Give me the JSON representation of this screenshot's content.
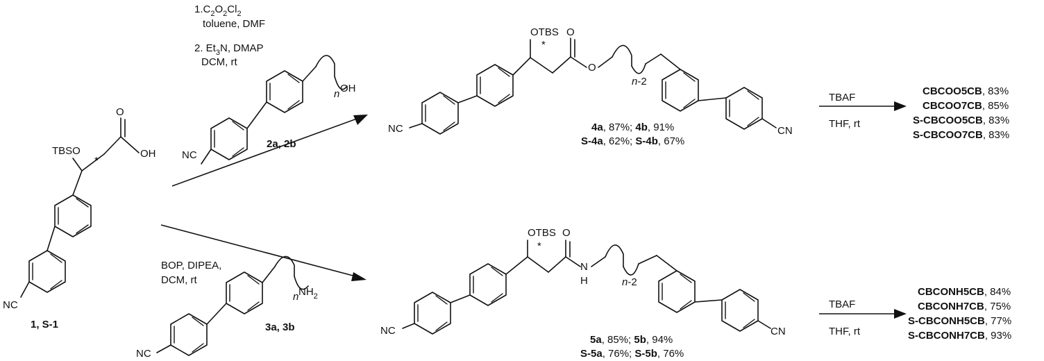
{
  "colors": {
    "ink": "#111111",
    "background": "#ffffff"
  },
  "sm": {
    "tbso": "TBSO",
    "star": "*",
    "o": "O",
    "oh": "OH",
    "nc": "NC",
    "label": "1, S-1"
  },
  "cond1": {
    "l1": "1.C",
    "l1_s1": "2",
    "l1_o": "O",
    "l1_s2": "2",
    "l1_cl": "Cl",
    "l1_s3": "2",
    "l2": "toluene, DMF",
    "l3": "2. Et",
    "l3_s": "3",
    "l3_b": "N, DMAP",
    "l4": "DCM, rt"
  },
  "reag2": {
    "n": "n",
    "oh": "OH",
    "nc": "NC",
    "label": "2a, 2b"
  },
  "cond2": {
    "l1": "BOP, DIPEA,",
    "l2": "DCM, rt"
  },
  "reag3": {
    "n": "n",
    "nh": "NH",
    "nh_s": "2",
    "nc": "NC",
    "label": "3a, 3b"
  },
  "p4": {
    "otbs": "OTBS",
    "star": "*",
    "o_carbonyl": "O",
    "o_ester": "O",
    "chain": "n-2",
    "chain_n": "n",
    "chain_rest": "-2",
    "nc": "NC",
    "cn": "CN",
    "y1a": "4a",
    "y1b": ", 87%; ",
    "y1c": "4b",
    "y1d": ", 91%",
    "y2a": "S-4a",
    "y2b": ", 62%; ",
    "y2c": "S-4b",
    "y2d": ", 67%"
  },
  "p5": {
    "otbs": "OTBS",
    "star": "*",
    "o_carbonyl": "O",
    "n": "N",
    "h": "H",
    "chain": "n-2",
    "chain_n": "n",
    "chain_rest": "-2",
    "nc": "NC",
    "cn": "CN",
    "y1a": "5a",
    "y1b": ", 85%; ",
    "y1c": "5b",
    "y1d": ", 94%",
    "y2a": "S-5a",
    "y2b": ", 76%; ",
    "y2c": "S-5b",
    "y2d": ", 76%"
  },
  "step_top": {
    "above": "TBAF",
    "below": "THF, rt"
  },
  "step_bot": {
    "above": "TBAF",
    "below": "THF, rt"
  },
  "products_top": [
    {
      "name": "CBCOO5CB",
      "yield": ", 83%"
    },
    {
      "name": "CBCOO7CB",
      "yield": ", 85%"
    },
    {
      "name": "S-CBCOO5CB",
      "yield": ", 83%"
    },
    {
      "name": "S-CBCOO7CB",
      "yield": ", 83%"
    }
  ],
  "products_bot": [
    {
      "name": "CBCONH5CB",
      "yield": ", 84%"
    },
    {
      "name": "CBCONH7CB",
      "yield": ", 75%"
    },
    {
      "name": "S-CBCONH5CB",
      "yield": ", 77%"
    },
    {
      "name": "S-CBCONH7CB",
      "yield": ", 93%"
    }
  ]
}
